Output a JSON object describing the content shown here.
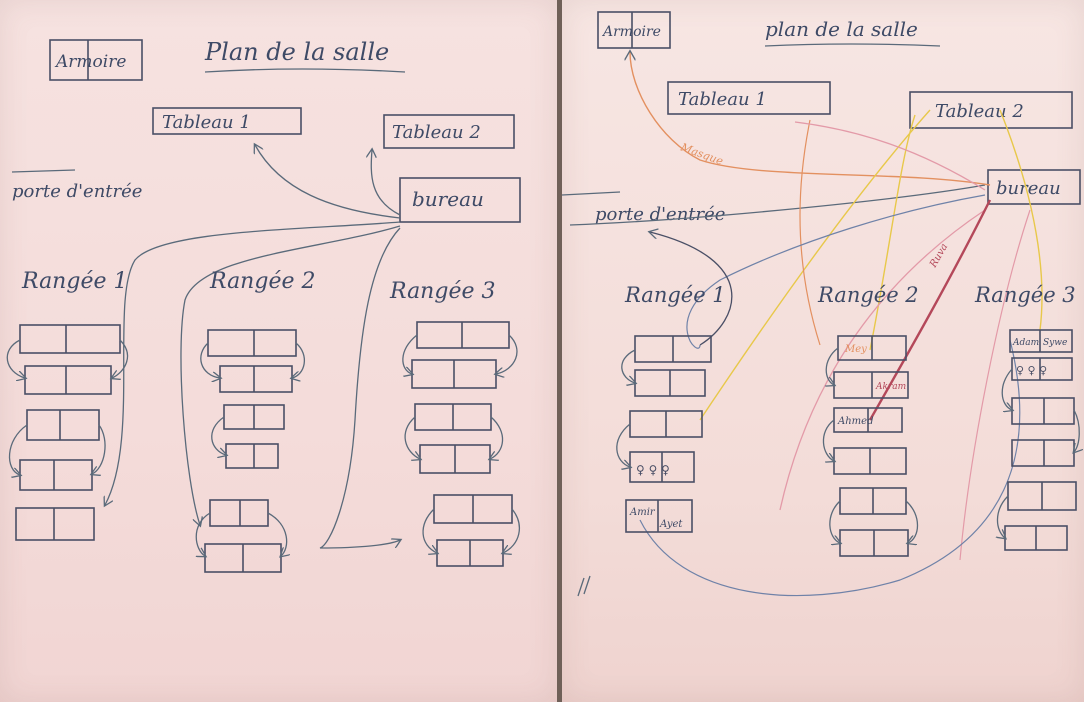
{
  "left_sheet": {
    "title": "Plan de la salle",
    "armoire": "Armoire",
    "tableau1": "Tableau 1",
    "tableau2": "Tableau 2",
    "bureau": "bureau",
    "door": "porte d'entrée",
    "rows": [
      "Rangée 1",
      "Rangée 2",
      "Rangée 3"
    ]
  },
  "right_sheet": {
    "title": "plan de la salle",
    "armoire": "Armoire",
    "tableau1": "Tableau 1",
    "tableau2": "Tableau 2",
    "bureau": "bureau",
    "door": "porte d'entrée",
    "rows": [
      "Rangée 1",
      "Rangée 2",
      "Rangée 3"
    ],
    "path_labels": {
      "masque": "Masque",
      "ruva": "Ruva"
    },
    "student_names": [
      "Amir",
      "Ayet",
      "Adam",
      "Sywe",
      "Ahmed",
      "Mey",
      "Akram"
    ]
  },
  "colors": {
    "pencil": "#4a4f66",
    "orange": "#e39060",
    "yellow": "#e8c84a",
    "pink": "#e39aa8",
    "blue": "#6f82a8",
    "red": "#b4485a"
  }
}
